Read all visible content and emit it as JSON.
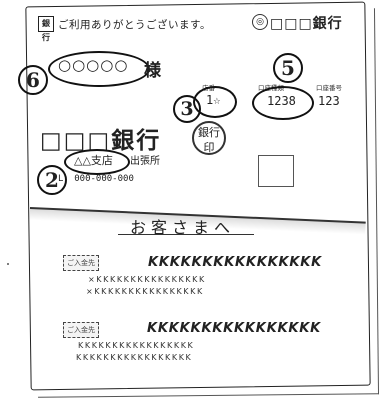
{
  "header": {
    "logo_mark": "銀行",
    "greeting": "ご利用ありがとうございます。",
    "bank_icon": "◎",
    "bank_name": "□□□銀行"
  },
  "recipient": {
    "name": "○○○○○",
    "suffix": "様"
  },
  "account": {
    "branch_label": "店番",
    "branch_number": "1☆",
    "type_label": "口座種類",
    "type_value": "1238",
    "number_label": "口座番号",
    "number_value": "123"
  },
  "bank": {
    "name_large": "□□□銀行",
    "seal_text": "銀行\n印",
    "branch_name": "△△支店",
    "branch_suffix": "出張所",
    "phone": "L. 000-000-000"
  },
  "callouts": {
    "n2": "2",
    "n3": "3",
    "n5": "5",
    "n6": "6"
  },
  "addressee": {
    "title": "お客さまへ"
  },
  "rows": [
    {
      "tag": "ご入金先",
      "kana": "KKKKKKKKKKKKKKKK",
      "line1": "×KKKKKKKKKKKKKKKK",
      "line2": "×KKKKKKKKKKKKKKKK"
    },
    {
      "tag": "ご入金先",
      "kana": "KKKKKKKKKKKKKKKK",
      "line1": "KKKKKKKKKKKKKKKKK",
      "line2": "KKKKKKKKKKKKKKKKK"
    }
  ]
}
